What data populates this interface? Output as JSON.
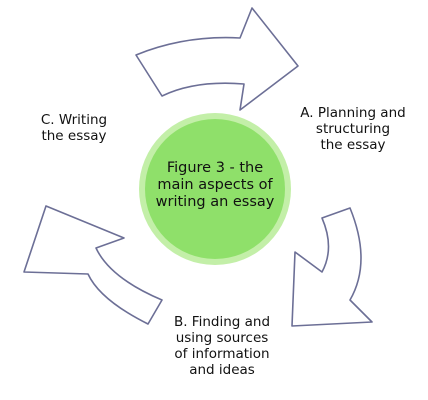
{
  "center": {
    "text": "Figure 3 - the\nmain aspects of\nwriting an essay"
  },
  "steps": [
    {
      "id": "a",
      "label": "A. Planning and\nstructuring\nthe essay"
    },
    {
      "id": "b",
      "label": "B. Finding and\nusing sources\nof information\nand ideas"
    },
    {
      "id": "c",
      "label": "C. Writing\nthe essay"
    }
  ],
  "colors": {
    "circle_fill": "#8fe06a",
    "circle_ring": "#c3efa8",
    "arrow_fill": "#ffffff",
    "arrow_stroke": "#6c6f96"
  }
}
